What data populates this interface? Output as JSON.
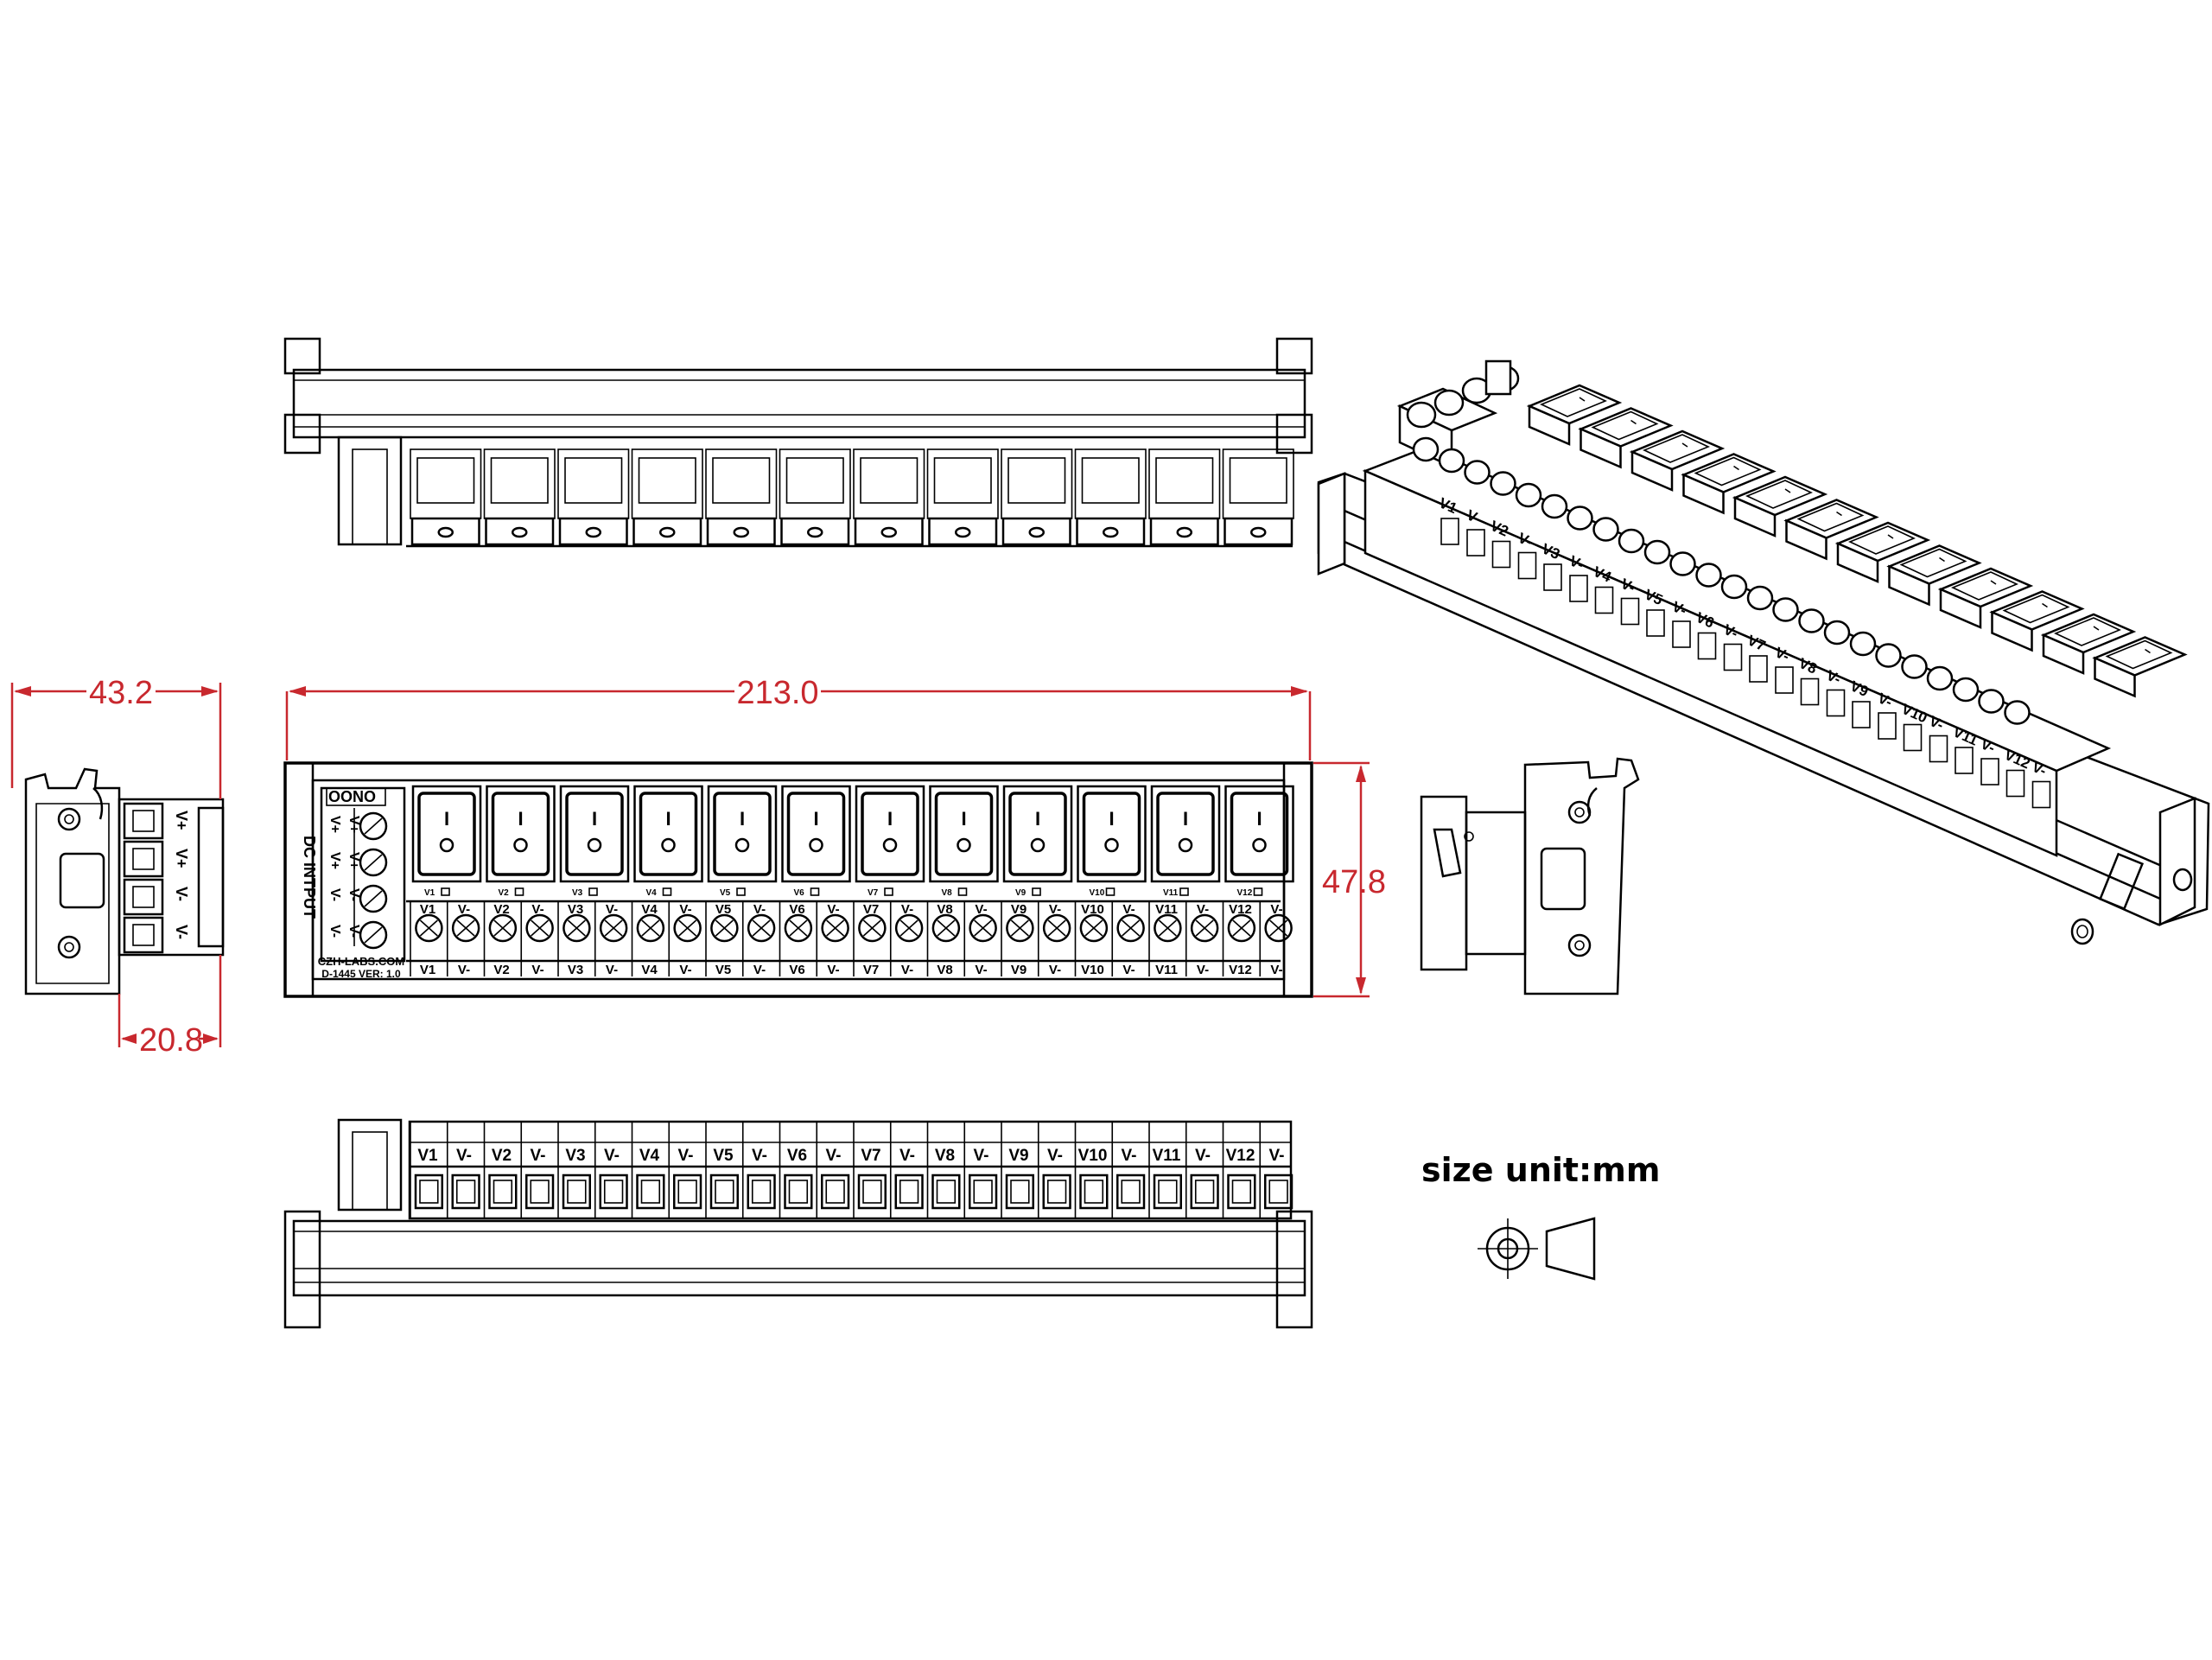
{
  "dimensions": {
    "length": "213.0",
    "height": "47.8",
    "depth": "43.2",
    "din_depth": "20.8"
  },
  "channels": [
    "V1",
    "V2",
    "V3",
    "V4",
    "V5",
    "V6",
    "V7",
    "V8",
    "V9",
    "V10",
    "V11",
    "V12"
  ],
  "negative_label": "V-",
  "input_block": {
    "title": "DC INTPUT",
    "terminals": [
      "V+",
      "V+",
      "V-",
      "V-"
    ],
    "on_label": "OONO",
    "brand": "CZH-LABS.COM",
    "model": "D-1445  VER: 1.0"
  },
  "side_terminals": [
    "V+",
    "V+",
    "V-",
    "V-"
  ],
  "unit_label": "size unit:mm",
  "switch_symbols": {
    "on": "I",
    "off": "O"
  },
  "colors": {
    "dimension": "#c8282e",
    "outline": "#000000"
  }
}
